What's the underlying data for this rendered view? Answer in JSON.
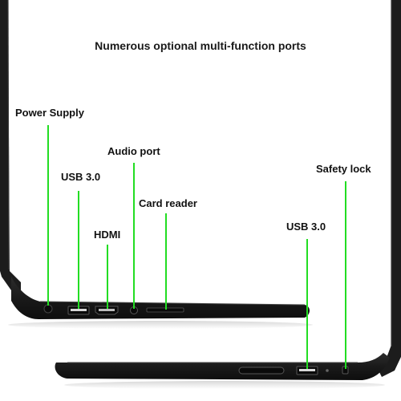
{
  "title": "Numerous optional multi-function ports",
  "colors": {
    "leader_line": "#22dd22",
    "laptop_body": "#1c1c1c",
    "laptop_edge": "#3a3a3a",
    "port_dark": "#0a0a0a",
    "port_light": "#d8d8d8",
    "background": "#ffffff"
  },
  "ports": [
    {
      "id": "power",
      "label": "Power Supply"
    },
    {
      "id": "usb-left",
      "label": "USB 3.0"
    },
    {
      "id": "audio",
      "label": "Audio port"
    },
    {
      "id": "hdmi",
      "label": "HDMI"
    },
    {
      "id": "card",
      "label": "Card reader"
    },
    {
      "id": "usb-right",
      "label": "USB 3.0"
    },
    {
      "id": "lock",
      "label": "Safety lock"
    }
  ]
}
